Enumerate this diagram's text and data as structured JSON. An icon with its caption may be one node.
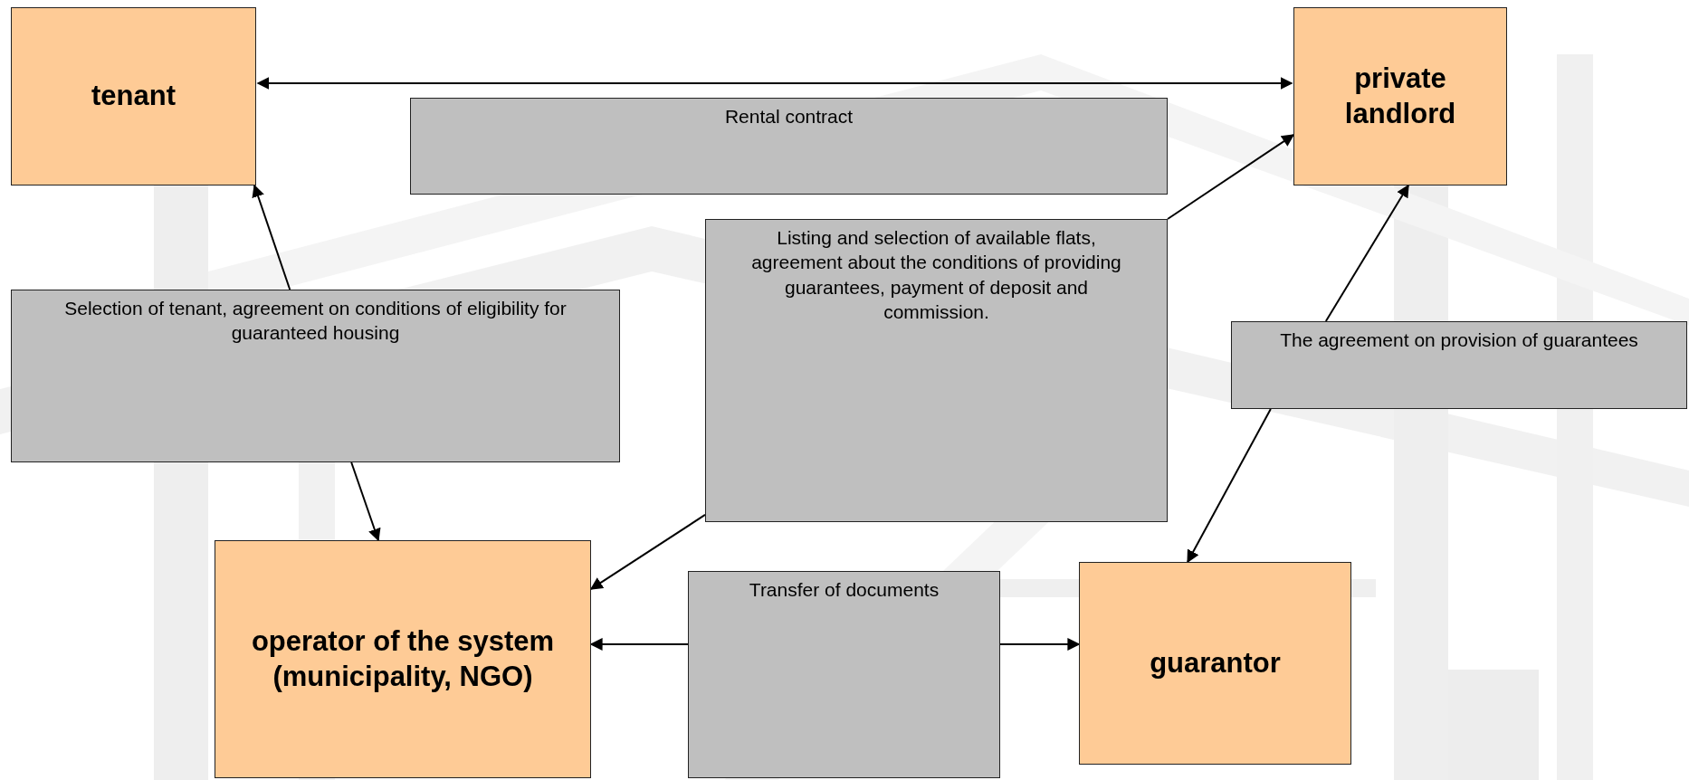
{
  "diagram": {
    "nodes": [
      {
        "text": [
          "tenant"
        ]
      },
      {
        "text": [
          "private landlord"
        ]
      },
      {
        "text": [
          "Rental contract"
        ]
      },
      {
        "text": [
          "Selection of tenant, agreement on conditions of eligibility for guaranteed housing"
        ]
      },
      {
        "text": [
          "Listing and selection of available flats, agreement about the conditions of providing guarantees, payment of deposit and commission."
        ]
      },
      {
        "text": [
          "The agreement on provision of guarantees"
        ]
      },
      {
        "text": [
          "operator of the system (municipality, NGO)"
        ]
      },
      {
        "text": [
          "Transfer of documents"
        ]
      },
      {
        "text": [
          "guarantor"
        ]
      }
    ],
    "edges": [
      {
        "from": 0,
        "to": 1,
        "arrow": "both"
      },
      {
        "from": 3,
        "to": 0,
        "arrow": "to"
      },
      {
        "from": 3,
        "to": 6,
        "arrow": "to"
      },
      {
        "from": 4,
        "to": 1,
        "arrow": "to"
      },
      {
        "from": 4,
        "to": 6,
        "arrow": "to"
      },
      {
        "from": 5,
        "to": 1,
        "arrow": "to"
      },
      {
        "from": 5,
        "to": 8,
        "arrow": "to"
      },
      {
        "from": 7,
        "to": 6,
        "arrow": "to"
      },
      {
        "from": 7,
        "to": 8,
        "arrow": "to"
      }
    ]
  }
}
